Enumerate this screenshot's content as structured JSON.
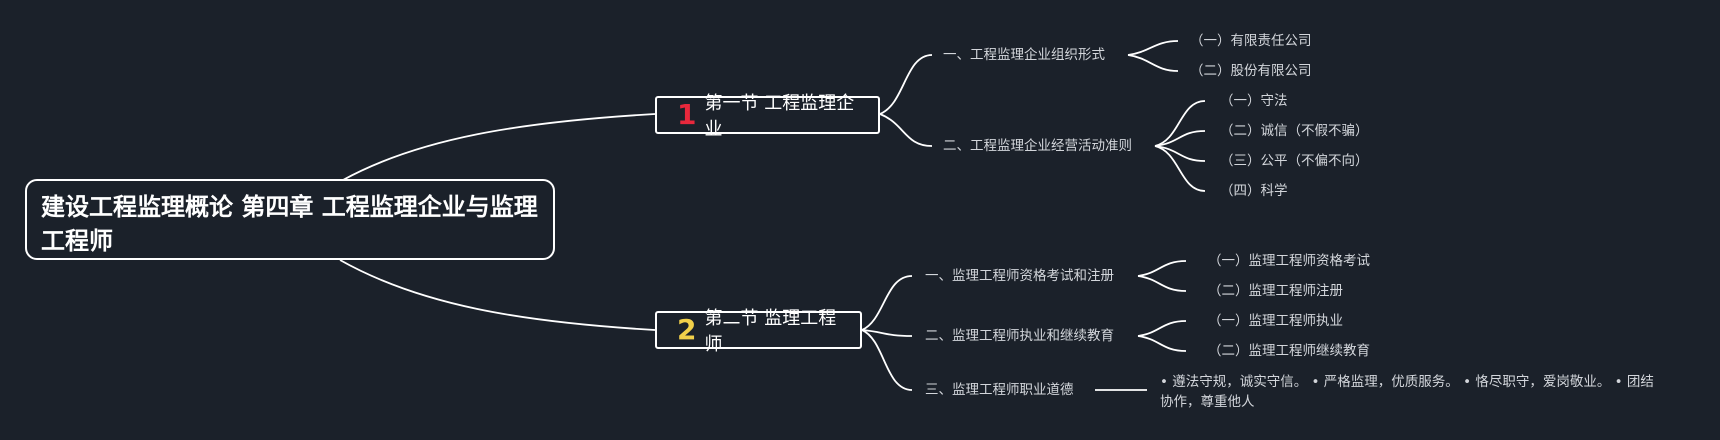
{
  "root": {
    "title": "建设工程监理概论 第四章 工程监理企业与监理工程师"
  },
  "sections": [
    {
      "number": "1",
      "number_color": "#e8283c",
      "title": "第一节 工程监理企业",
      "subs": [
        {
          "title": "一、工程监理企业组织形式",
          "items": [
            "（一）有限责任公司",
            "（二）股份有限公司"
          ]
        },
        {
          "title": "二、工程监理企业经营活动准则",
          "items": [
            "（一）守法",
            "（二）诚信（不假不骗）",
            "（三）公平（不偏不向）",
            "（四）科学"
          ]
        }
      ]
    },
    {
      "number": "2",
      "number_color": "#f2d04a",
      "title": "第二节 监理工程师",
      "subs": [
        {
          "title": "一、监理工程师资格考试和注册",
          "items": [
            "（一）监理工程师资格考试",
            "（二）监理工程师注册"
          ]
        },
        {
          "title": "二、监理工程师执业和继续教育",
          "items": [
            "（一）监理工程师执业",
            "（二）监理工程师继续教育"
          ]
        },
        {
          "title": "三、监理工程师职业道德",
          "items": [
            "• 遵法守规，诚实守信。 • 严格监理，优质服务。 • 恪尽职守，爱岗敬业。 • 团结协作，尊重他人"
          ]
        }
      ]
    }
  ]
}
